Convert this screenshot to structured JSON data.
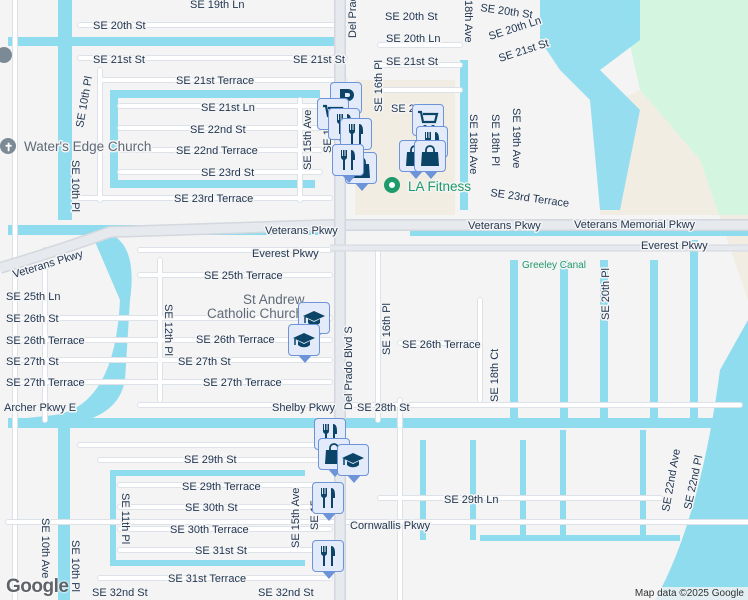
{
  "colors": {
    "water": "#8fdcef",
    "land": "#f5f4f4",
    "park": "#d4f6e0",
    "commercial": "#f2ede2",
    "marker_fill": "#e3ebfb",
    "marker_border": "#6d93d8",
    "icon": "#0b4466",
    "poi_green": "#1e9a6b"
  },
  "streets": {
    "se_19th_ln": "SE 19th Ln",
    "se_20th_st_w": "SE 20th St",
    "se_20th_st_e": "SE 20th St",
    "se_20th_st_ne": "SE 20th St",
    "se_20th_ln": "SE 20th Ln",
    "se_20th_ln_ne": "SE 20th Ln",
    "se_21st_st_w": "SE 21st St",
    "se_21st_st_m": "SE 21st St",
    "se_21st_st_e": "SE 21st St",
    "se_21st_st_ne": "SE 21st St",
    "se_21st_terrace": "SE 21st Terrace",
    "se_21st_ln": "SE 21st Ln",
    "se_21_partial": "SE 21",
    "se_22nd_st": "SE 22nd St",
    "se_22nd_terrace": "SE 22nd Terrace",
    "se_23rd_st": "SE 23rd St",
    "se_23rd_terrace_w": "SE 23rd Terrace",
    "se_23rd_terrace_e": "SE 23rd Terrace",
    "del_prado_n": "Del Prado",
    "del_prado_s": "Del Prado Blvd S",
    "se_16th_pl_n": "SE 16th Pl",
    "se_16th_pl_s": "SE 16th Pl",
    "se_15th_ave_n": "SE 15th Ave",
    "se_15th_ave_s": "SE 15th Ave",
    "se_15_partial": "SE 15",
    "se_10th_pl_n": "SE 10th Pl",
    "se_10th_pl_m": "SE 10th Pl",
    "se_10th_pl_s": "SE 10th Pl",
    "se_10th_ave": "SE 10th Ave",
    "se_11th_pl": "SE 11th Pl",
    "se_12th_pl": "SE 12th Pl",
    "se_18th_ave_n": "18th Ave",
    "se_18th_ave": "SE 18th Ave",
    "se_18th_pl": "SE 18th Pl",
    "se_19th_ave": "SE 19th Ave",
    "se_20th_pl": "SE 20th Pl",
    "se_18th_ct": "SE 18th Ct",
    "se_22nd_ave": "SE 22nd Ave",
    "se_22nd_pl": "SE 22nd Pl",
    "veterans_pkwy_w": "Veterans Pkwy",
    "veterans_pkwy_m": "Veterans Pkwy",
    "veterans_pkwy_e": "Veterans Pkwy",
    "veterans_memorial_pkwy": "Veterans Memorial Pkwy",
    "everest_pkwy_w": "Everest Pkwy",
    "everest_pkwy_e": "Everest Pkwy",
    "se_25th_terrace": "SE 25th Terrace",
    "se_25th_ln": "SE 25th Ln",
    "se_26th_st": "SE 26th St",
    "se_26th_terrace_w": "SE 26th Terrace",
    "se_26th_terrace_m": "SE 26th Terrace",
    "se_26th_terrace_e": "SE 26th Terrace",
    "se_27th_st_w": "SE 27th St",
    "se_27th_st_m": "SE 27th St",
    "se_27th_terrace_w": "SE 27th Terrace",
    "se_27th_terrace_m": "SE 27th Terrace",
    "archer_pkwy_e": "Archer Pkwy E",
    "shelby_pkwy": "Shelby Pkwy",
    "se_28th_st": "SE 28th St",
    "se_29th_st": "SE 29th St",
    "se_29th_terrace": "SE 29th Terrace",
    "se_29th_ln": "SE 29th Ln",
    "se_30th_st": "SE 30th St",
    "se_30th_terrace": "SE 30th Terrace",
    "cornwallis_pkwy": "Cornwallis Pkwy",
    "se_31st_st": "SE 31st St",
    "se_31st_terrace": "SE 31st Terrace",
    "se_32nd_st_w": "SE 32nd St",
    "se_32nd_st_e": "SE 32nd St"
  },
  "pois": {
    "waters_edge": "Water's Edge Church",
    "st_andrew_1": "St Andrew",
    "st_andrew_2": "Catholic Church",
    "la_fitness": "LA Fitness",
    "greeley_canal": "Greeley Canal"
  },
  "markers": [
    {
      "icon": "parking-icon"
    },
    {
      "icon": "shopping-cart-icon"
    },
    {
      "icon": "restaurant-icon"
    },
    {
      "icon": "restaurant-icon"
    },
    {
      "icon": "shopping-bag-icon"
    },
    {
      "icon": "shopping-cart-icon"
    },
    {
      "icon": "restaurant-icon"
    },
    {
      "icon": "shopping-bag-icon"
    },
    {
      "icon": "restaurant-icon"
    },
    {
      "icon": "shopping-bag-icon"
    },
    {
      "icon": "school-icon"
    },
    {
      "icon": "school-icon"
    },
    {
      "icon": "restaurant-icon"
    },
    {
      "icon": "shopping-bag-icon"
    },
    {
      "icon": "school-icon"
    },
    {
      "icon": "restaurant-icon"
    },
    {
      "icon": "restaurant-icon"
    }
  ],
  "attribution": "Map data ©2025 Google",
  "logo": "Google"
}
